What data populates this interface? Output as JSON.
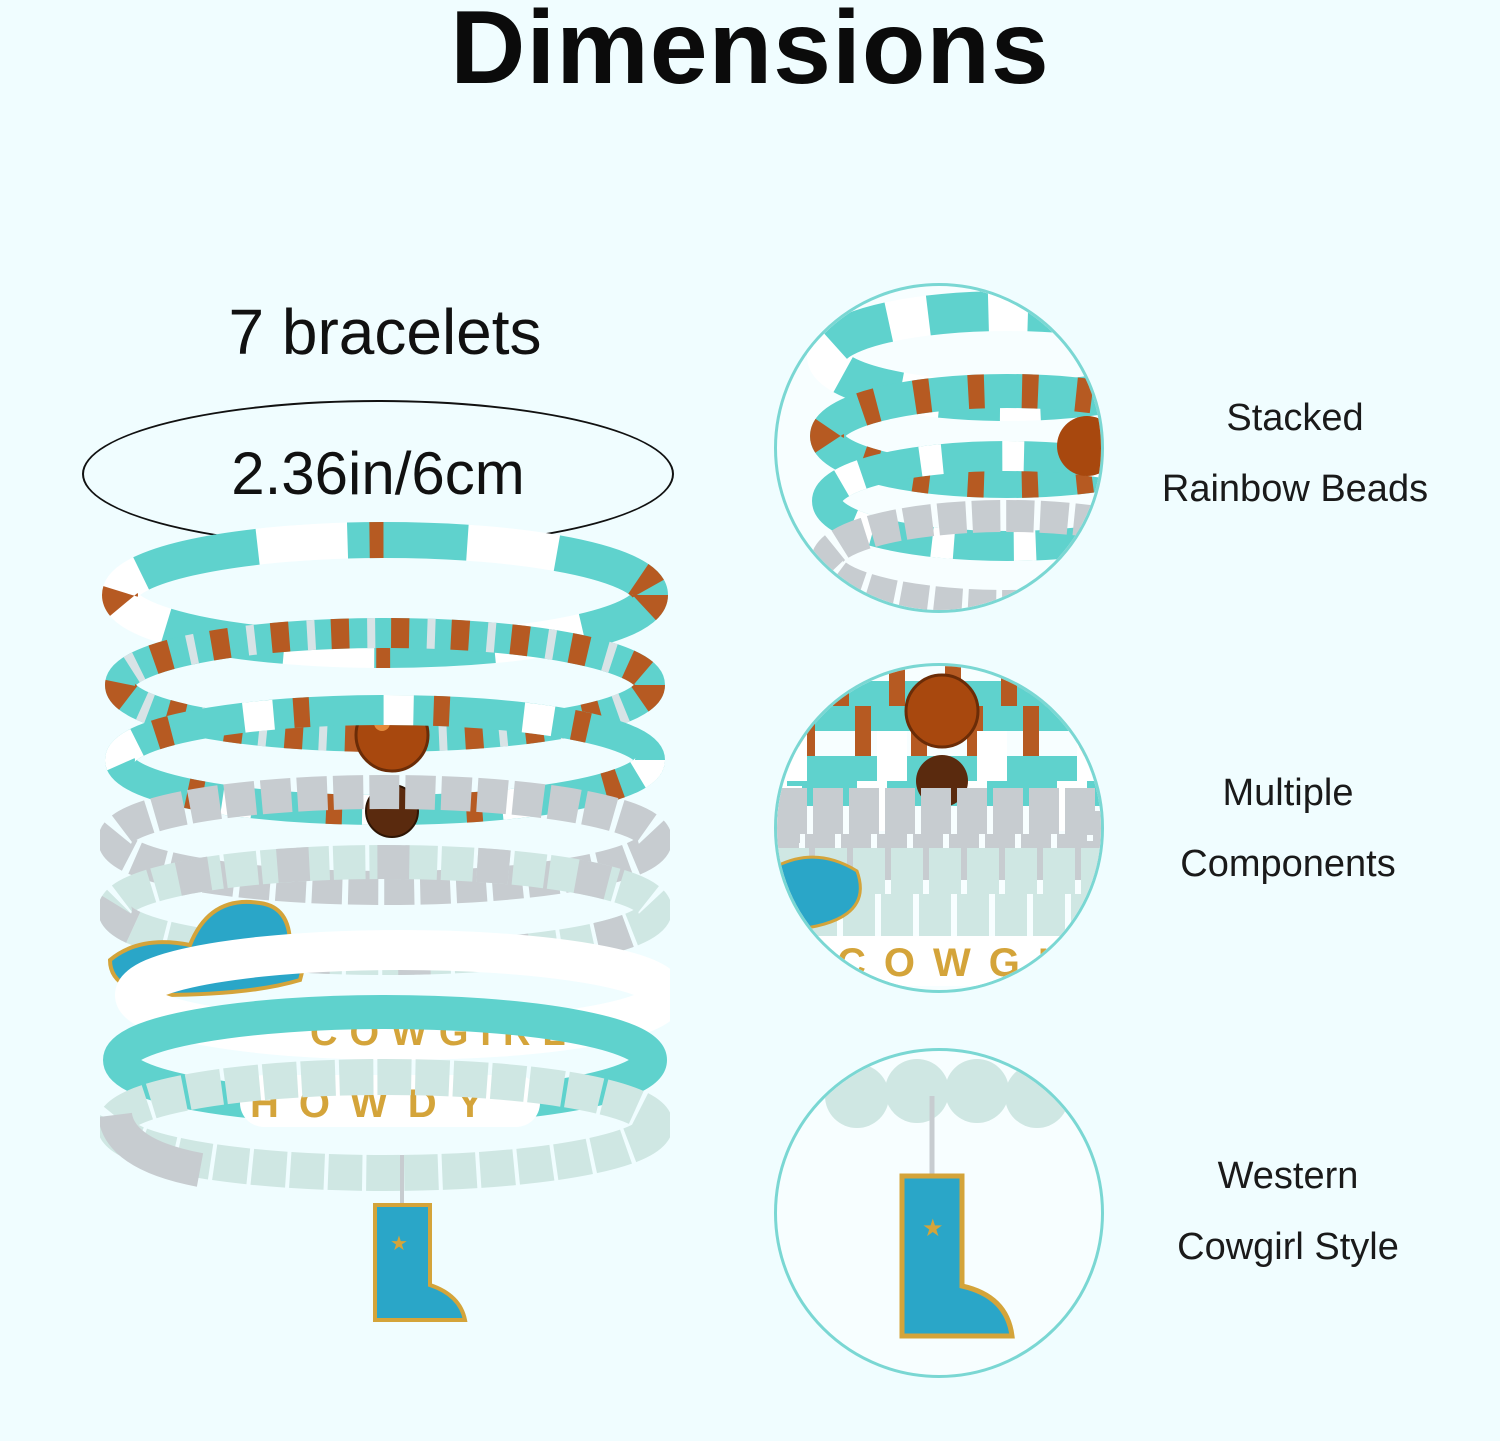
{
  "title": "Dimensions",
  "count_label": "7 bracelets",
  "size_label": "2.36in/6cm",
  "colors": {
    "turquoise": "#5fd2cd",
    "brown": "#b65a22",
    "white": "#ffffff",
    "silver": "#c7ccd0",
    "gold": "#d4a43a",
    "enamel_blue": "#2aa6c8",
    "circle_border": "#7ad7d3"
  },
  "bracelet_words": [
    "COWGIRL",
    "HOWDY"
  ],
  "charms": [
    "cowboy-hat-charm",
    "cowboy-boot-charm"
  ],
  "features": [
    {
      "line1": "Stacked",
      "line2": "Rainbow Beads"
    },
    {
      "line1": "Multiple",
      "line2": "Components"
    },
    {
      "line1": "Western",
      "line2": "Cowgirl Style"
    }
  ]
}
